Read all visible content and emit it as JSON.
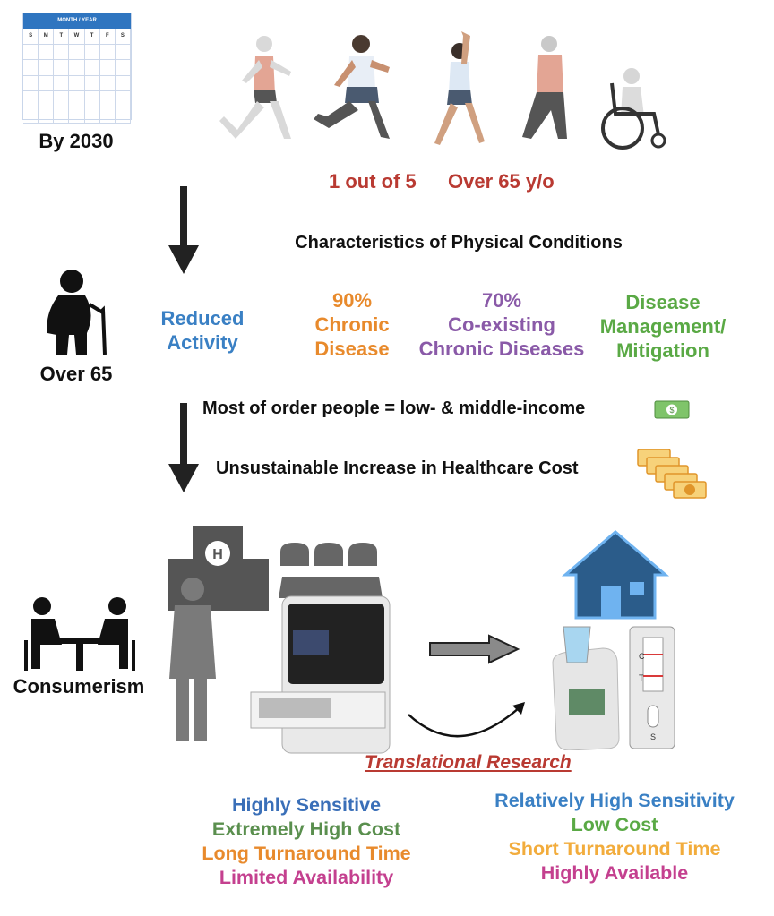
{
  "calendar": {
    "header": "MONTH / YEAR",
    "days": [
      "S",
      "M",
      "T",
      "W",
      "T",
      "F",
      "S"
    ]
  },
  "top": {
    "year_label": "By 2030",
    "stat_1": "1 out of 5",
    "stat_2": "Over 65 y/o"
  },
  "characteristics": {
    "title": "Characteristics of Physical Conditions",
    "age_label": "Over 65",
    "items": [
      {
        "lines": [
          "Reduced",
          "Activity"
        ]
      },
      {
        "lines": [
          "90%",
          "Chronic",
          "Disease"
        ]
      },
      {
        "lines": [
          "70%",
          "Co-existing",
          "Chronic Diseases"
        ]
      },
      {
        "lines": [
          "Disease",
          "Management/",
          "Mitigation"
        ]
      }
    ]
  },
  "economics": {
    "income": "Most of order people = low- & middle-income",
    "cost": "Unsustainable Increase in Healthcare Cost"
  },
  "consumerism": {
    "label": "Consumerism",
    "translational": "Translational Research",
    "lab_features": [
      "Highly Sensitive",
      "Extremely High Cost",
      "Long Turnaround Time",
      "Limited Availability"
    ],
    "home_features": [
      "Relatively High Sensitivity",
      "Low Cost",
      "Short Turnaround Time",
      "Highly Available"
    ],
    "test_strip": {
      "control": "C",
      "test": "T",
      "sample": "S"
    }
  },
  "colors": {
    "red": "#b93a32",
    "blue": "#3a80c4",
    "orange": "#e88a2c",
    "purple": "#8a5aa8",
    "green": "#5aa945",
    "dark_green": "#5a8f4e",
    "magenta": "#c4408f",
    "yellow_orange": "#f2ac3c",
    "calendar_blue": "#2f75c0"
  }
}
